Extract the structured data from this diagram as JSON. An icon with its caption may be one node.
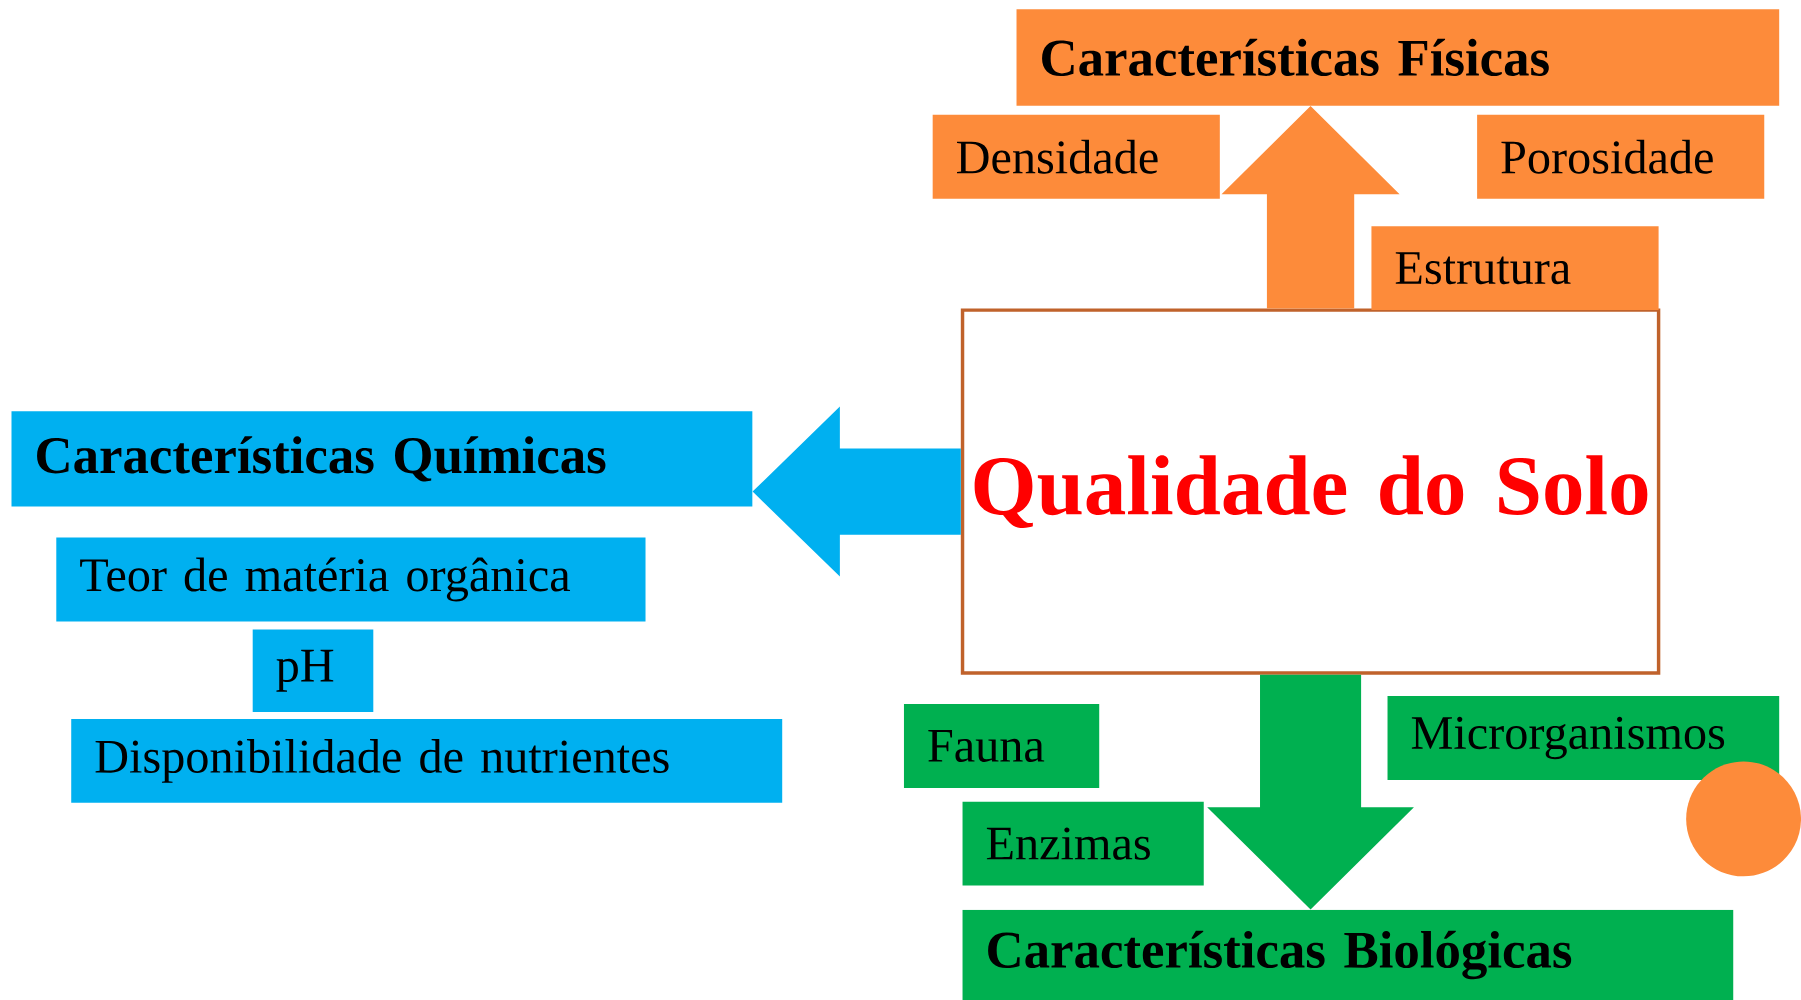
{
  "diagram": {
    "nodes": [
      {
        "text": [
          "Qualidade do Solo"
        ]
      },
      {
        "text": [
          "Características Físicas"
        ]
      },
      {
        "text": [
          "Densidade"
        ]
      },
      {
        "text": [
          "Porosidade"
        ]
      },
      {
        "text": [
          "Estrutura"
        ]
      },
      {
        "text": [
          "Características Químicas"
        ]
      },
      {
        "text": [
          "Teor de matéria orgânica"
        ]
      },
      {
        "text": [
          "pH"
        ]
      },
      {
        "text": [
          "Disponibilidade de nutrientes"
        ]
      },
      {
        "text": [
          "Características Biológicas"
        ]
      },
      {
        "text": [
          "Fauna"
        ]
      },
      {
        "text": [
          "Enzimas"
        ]
      },
      {
        "text": [
          "Microrganismos"
        ]
      },
      {
        "text": [],
        "shape": "circle"
      }
    ],
    "edges": [
      {
        "from": 0,
        "to": 1,
        "arrow": "to",
        "color": "#fd8b3a"
      },
      {
        "from": 0,
        "to": 5,
        "arrow": "to",
        "color": "#00b0f0"
      },
      {
        "from": 0,
        "to": 9,
        "arrow": "to",
        "color": "#00b050"
      }
    ]
  }
}
